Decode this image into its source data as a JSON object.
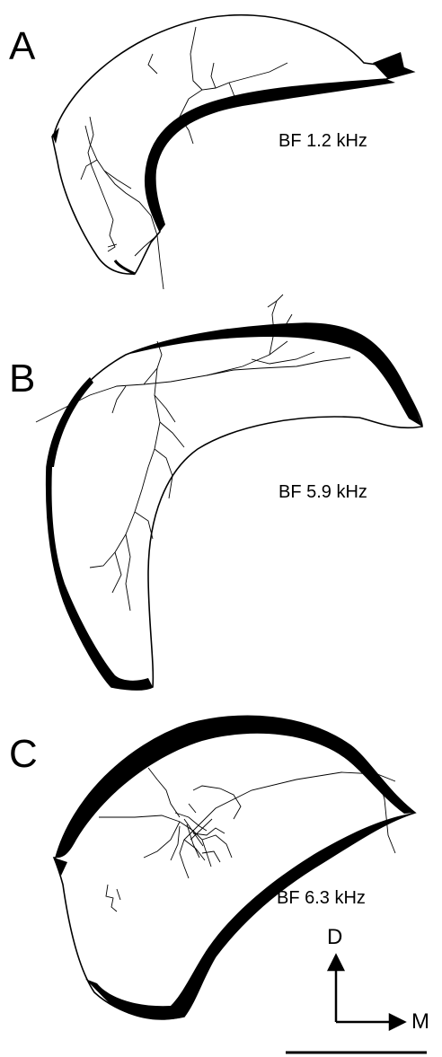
{
  "panels": [
    {
      "letter": "A",
      "bf_label": "BF 1.2 kHz"
    },
    {
      "letter": "B",
      "bf_label": "BF 5.9 kHz"
    },
    {
      "letter": "C",
      "bf_label": "BF 6.3 kHz"
    }
  ],
  "orientation": {
    "dorsal_label": "D",
    "medial_label": "M"
  },
  "colors": {
    "ink": "#000000",
    "background": "#ffffff"
  }
}
